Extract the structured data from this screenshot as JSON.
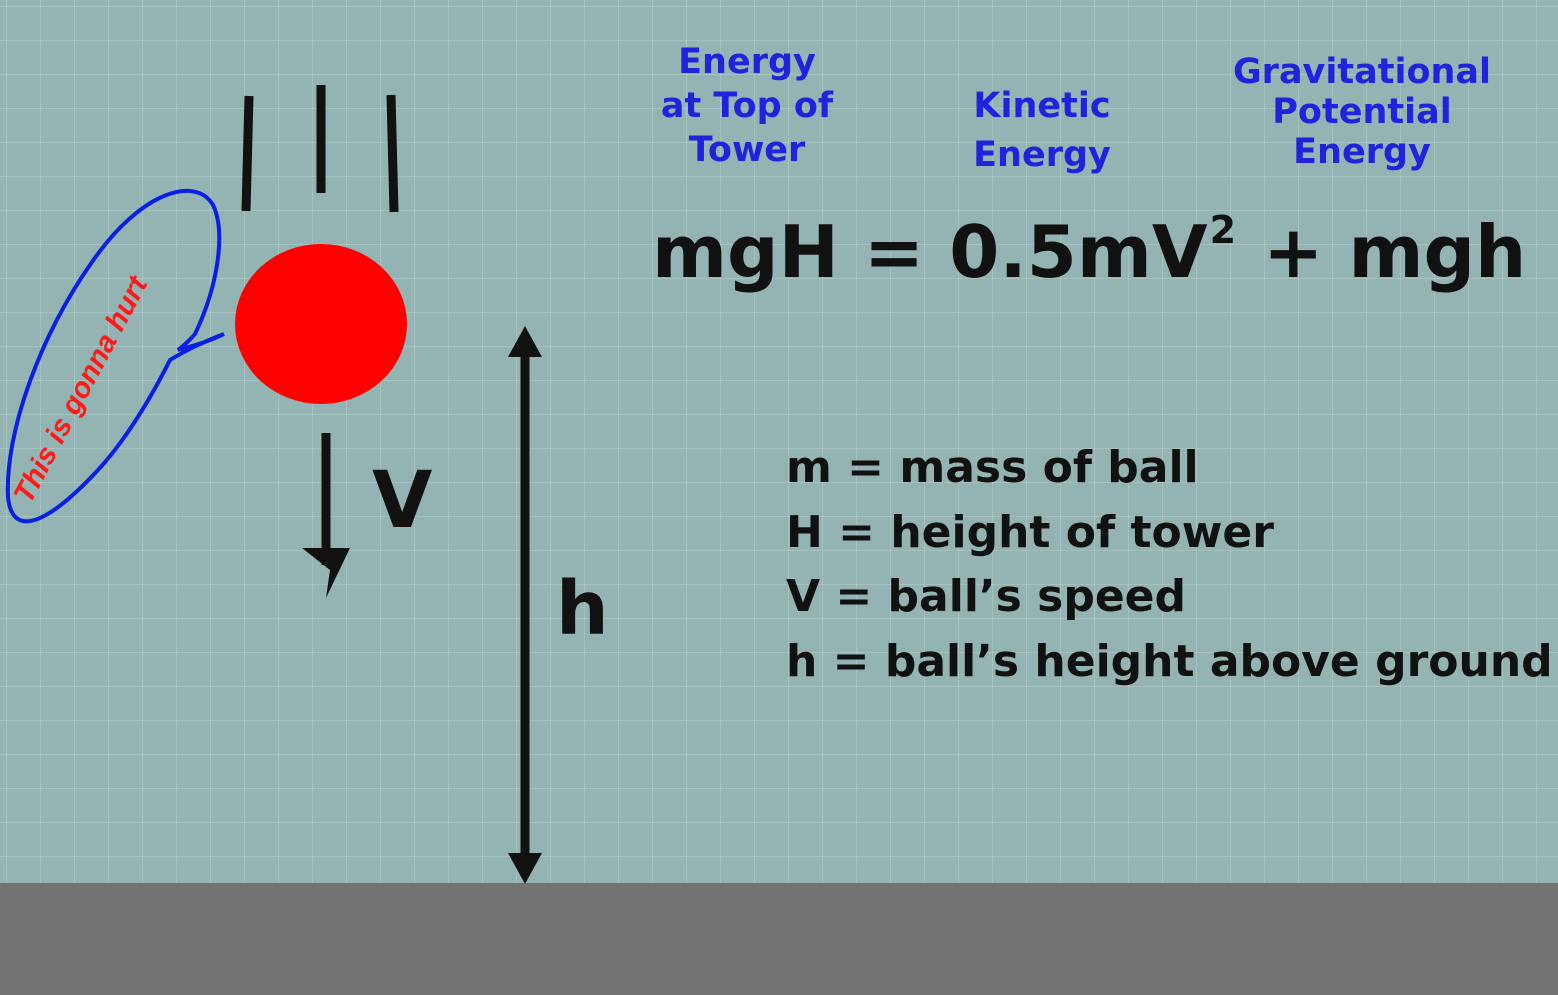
{
  "colors": {
    "grid_background": "#93b4b2",
    "ground": "#737373",
    "ball": "#ff0000",
    "label_blue": "#2222dd",
    "bubble_outline": "#0a1ee6",
    "bubble_text": "#ff1a1a",
    "ink": "#111111"
  },
  "labels": {
    "energy_top": "Energy\nat Top of\nTower",
    "kinetic": "Kinetic\nEnergy",
    "gravitational": "Gravitational\nPotential\nEnergy"
  },
  "equation": {
    "left": "mgH = 0.5mV",
    "superscript": "2",
    "right": " + mgh"
  },
  "definitions": [
    "m = mass of ball",
    "H = height of tower",
    "V = ball’s speed",
    "h = ball’s height above ground"
  ],
  "diagram": {
    "velocity_label": "V",
    "height_label": "h",
    "speech_bubble": "This is gonna hurt",
    "icons": [
      "motion-lines-icon",
      "velocity-arrow-icon",
      "height-arrow-icon",
      "speech-bubble-icon"
    ]
  }
}
